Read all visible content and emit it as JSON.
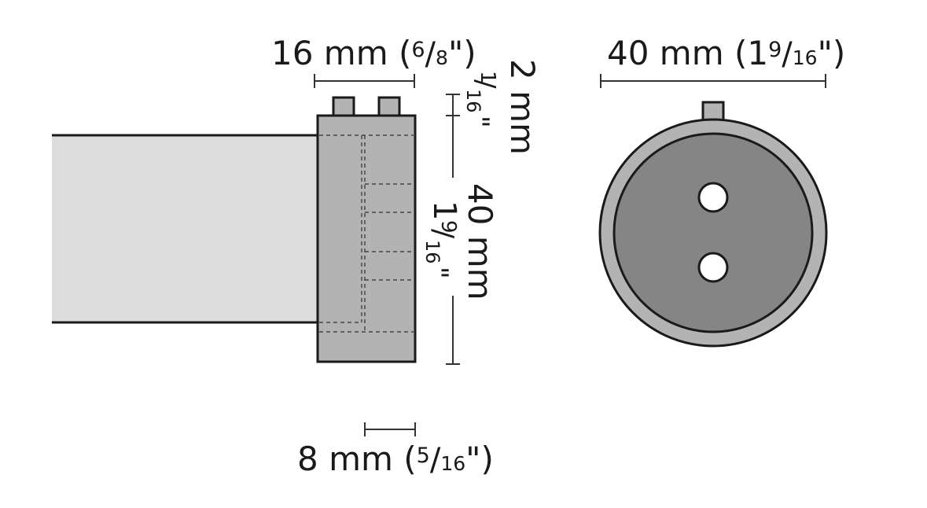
{
  "dimensions": {
    "cap_width": {
      "value": "16 mm (",
      "frac_num": "6",
      "frac_den": "8",
      "close": "\")"
    },
    "shoulder": {
      "value": "2 mm",
      "frac_num": "1",
      "frac_den": "16",
      "inch": "\""
    },
    "diameter_side": {
      "value": "40 mm",
      "whole": "1",
      "frac_num": "9",
      "frac_den": "16",
      "inch": "\""
    },
    "diameter_end": {
      "value": "40 mm (1",
      "frac_num": "9",
      "frac_den": "16",
      "close": "\")"
    },
    "pin_offset": {
      "value": "8 mm (",
      "frac_num": "5",
      "frac_den": "16",
      "close": "\")"
    }
  },
  "colors": {
    "rod_fill": "#dcdcdc",
    "cap_fill": "#b3b3b3",
    "end_ring_fill": "#b3b3b3",
    "end_face_fill": "#858585",
    "hole_fill": "#ffffff",
    "outline": "#1a1a1a"
  },
  "icons": [
    "curtain-rod-side-view",
    "end-cap-front-view"
  ]
}
